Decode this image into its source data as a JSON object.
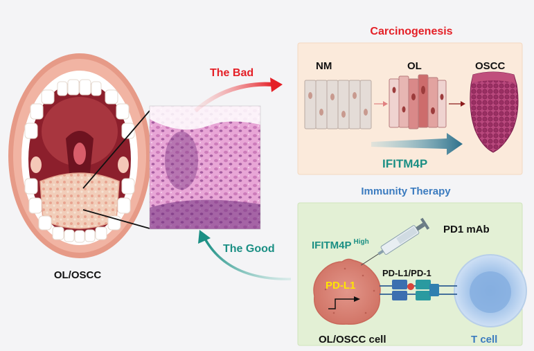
{
  "labels": {
    "carcinogenesis": "Carcinogenesis",
    "the_bad": "The Bad",
    "the_good": "The Good",
    "nm": "NM",
    "ol": "OL",
    "oscc": "OSCC",
    "ifitm4p": "IFITM4P",
    "immunity_therapy": "Immunity Therapy",
    "pd1_mab": "PD1 mAb",
    "ifitm4p_high_base": "IFITM4P",
    "ifitm4p_high_sup": "High",
    "pd_l1": "PD-L1",
    "pd_l1_pd_1": "PD-L1/PD-1",
    "ol_oscc": "OL/OSCC",
    "ol_oscc_cell": "OL/OSCC cell",
    "t_cell": "T cell"
  },
  "colors": {
    "red_title": "#e41f26",
    "blue_title": "#3b7bbf",
    "teal": "#1b8f84",
    "panel_top": "#fbeadb",
    "panel_bottom": "#e3f0d5",
    "highlight_yellow": "#ffe600"
  }
}
